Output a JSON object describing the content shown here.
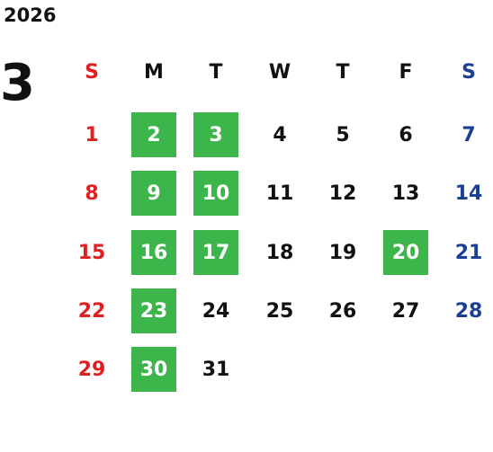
{
  "header": {
    "year": "2026",
    "month": "3"
  },
  "weekdays": [
    "S",
    "M",
    "T",
    "W",
    "T",
    "F",
    "S"
  ],
  "colors": {
    "sunday": "#e02020",
    "saturday": "#1c3f94",
    "weekday": "#111111",
    "highlight_bg": "#3cb54a",
    "highlight_text": "#ffffff"
  },
  "weeks": [
    [
      {
        "day": "1",
        "highlighted": false
      },
      {
        "day": "2",
        "highlighted": true
      },
      {
        "day": "3",
        "highlighted": true
      },
      {
        "day": "4",
        "highlighted": false
      },
      {
        "day": "5",
        "highlighted": false
      },
      {
        "day": "6",
        "highlighted": false
      },
      {
        "day": "7",
        "highlighted": false
      }
    ],
    [
      {
        "day": "8",
        "highlighted": false
      },
      {
        "day": "9",
        "highlighted": true
      },
      {
        "day": "10",
        "highlighted": true
      },
      {
        "day": "11",
        "highlighted": false
      },
      {
        "day": "12",
        "highlighted": false
      },
      {
        "day": "13",
        "highlighted": false
      },
      {
        "day": "14",
        "highlighted": false
      }
    ],
    [
      {
        "day": "15",
        "highlighted": false
      },
      {
        "day": "16",
        "highlighted": true
      },
      {
        "day": "17",
        "highlighted": true
      },
      {
        "day": "18",
        "highlighted": false
      },
      {
        "day": "19",
        "highlighted": false
      },
      {
        "day": "20",
        "highlighted": true
      },
      {
        "day": "21",
        "highlighted": false
      }
    ],
    [
      {
        "day": "22",
        "highlighted": false
      },
      {
        "day": "23",
        "highlighted": true
      },
      {
        "day": "24",
        "highlighted": false
      },
      {
        "day": "25",
        "highlighted": false
      },
      {
        "day": "26",
        "highlighted": false
      },
      {
        "day": "27",
        "highlighted": false
      },
      {
        "day": "28",
        "highlighted": false
      }
    ],
    [
      {
        "day": "29",
        "highlighted": false
      },
      {
        "day": "30",
        "highlighted": true
      },
      {
        "day": "31",
        "highlighted": false
      }
    ]
  ]
}
